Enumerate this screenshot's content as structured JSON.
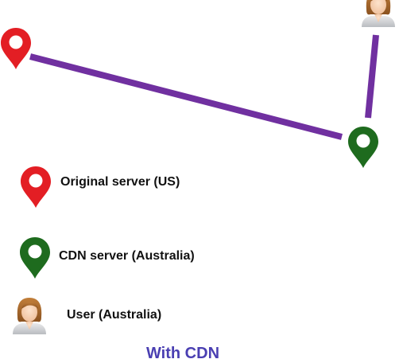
{
  "colors": {
    "connection_line": "#7030a0",
    "origin_pin": "#e31e24",
    "cdn_pin": "#1e6b1e",
    "caption": "#4a3fb2"
  },
  "icons": {
    "origin": "map-pin-red-icon",
    "cdn": "map-pin-green-icon",
    "user": "user-avatar-icon"
  },
  "legend": {
    "origin_label": "Original server (US)",
    "cdn_label": "CDN server (Australia)",
    "user_label": "User (Australia)"
  },
  "caption": "With CDN"
}
